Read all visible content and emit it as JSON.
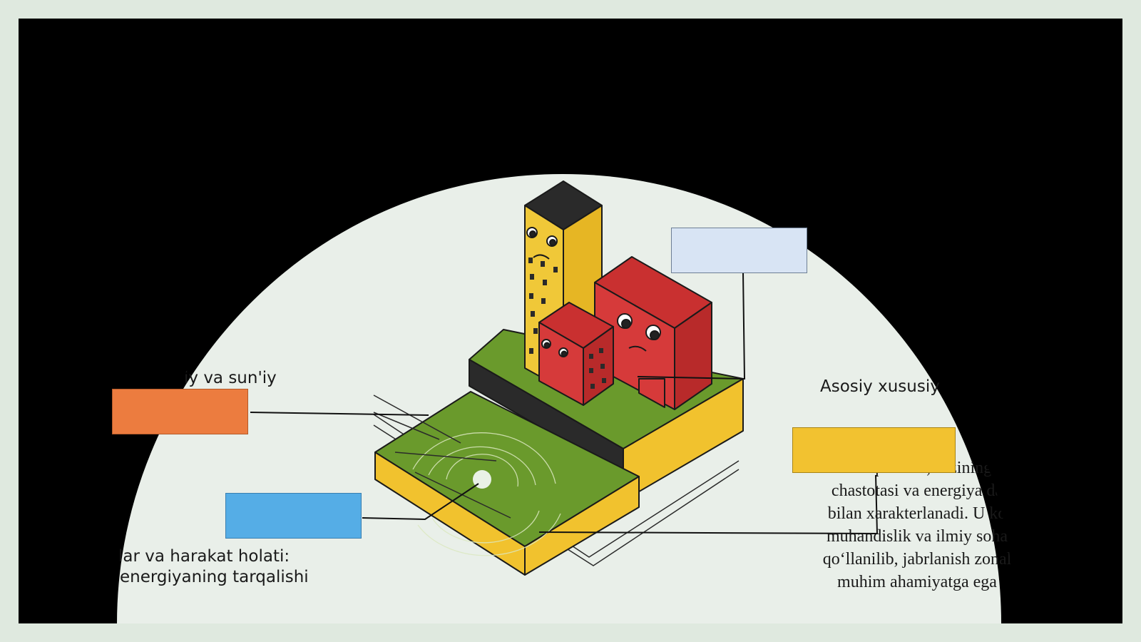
{
  "slide": {
    "background": "#000000",
    "dome_color": "#e9efe9",
    "partial_text_top_left": ".",
    "left_label_1": "iy va sun'iy",
    "left_label_2_line1": "lar va harakat holati:",
    "left_label_2_line2": "energiyaning tarqalishi",
    "right_heading": "Asosiy xususiy",
    "right_paragraph": [
      "To‘lqinzarbi, o‘zining",
      "chastotasi va energiya da",
      "bilan xarakterlanadi. U ko",
      "muhandislik va ilmiy soha",
      "qo‘llanilib, jabrlanish zonal",
      "muhim ahamiyatga ega"
    ]
  },
  "callouts": {
    "orange": "#ec7c3f",
    "light_blue": "#d8e4f4",
    "sky_blue": "#55ade6",
    "yellow": "#f2c230"
  },
  "illustration": {
    "tall_building_color": "#f0c838",
    "red_building_color": "#d63a3a",
    "ground_color": "#6a9a2c",
    "soil_color": "#f1c22e"
  }
}
